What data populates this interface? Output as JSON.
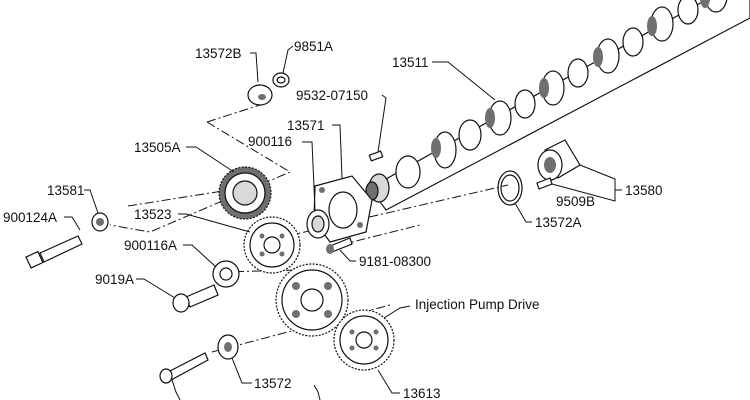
{
  "diagram": {
    "labels": {
      "p13572B": "13572B",
      "p9851A": "9851A",
      "p13511": "13511",
      "p953207150": "9532-07150",
      "p13571": "13571",
      "p900116": "900116",
      "p13505A": "13505A",
      "p13581": "13581",
      "p900124A": "900124A",
      "p13523": "13523",
      "p900116A": "900116A",
      "p9019A": "9019A",
      "p918108300": "9181-08300",
      "p13580": "13580",
      "p9509B": "9509B",
      "p13572A": "13572A",
      "injection_pump_drive": "Injection Pump Drive",
      "p13572": "13572",
      "p13613": "13613"
    },
    "colors": {
      "ink": "#111111",
      "paper": "#ffffff",
      "shade": "#6f6f6f",
      "light": "#d9d9d9"
    }
  }
}
